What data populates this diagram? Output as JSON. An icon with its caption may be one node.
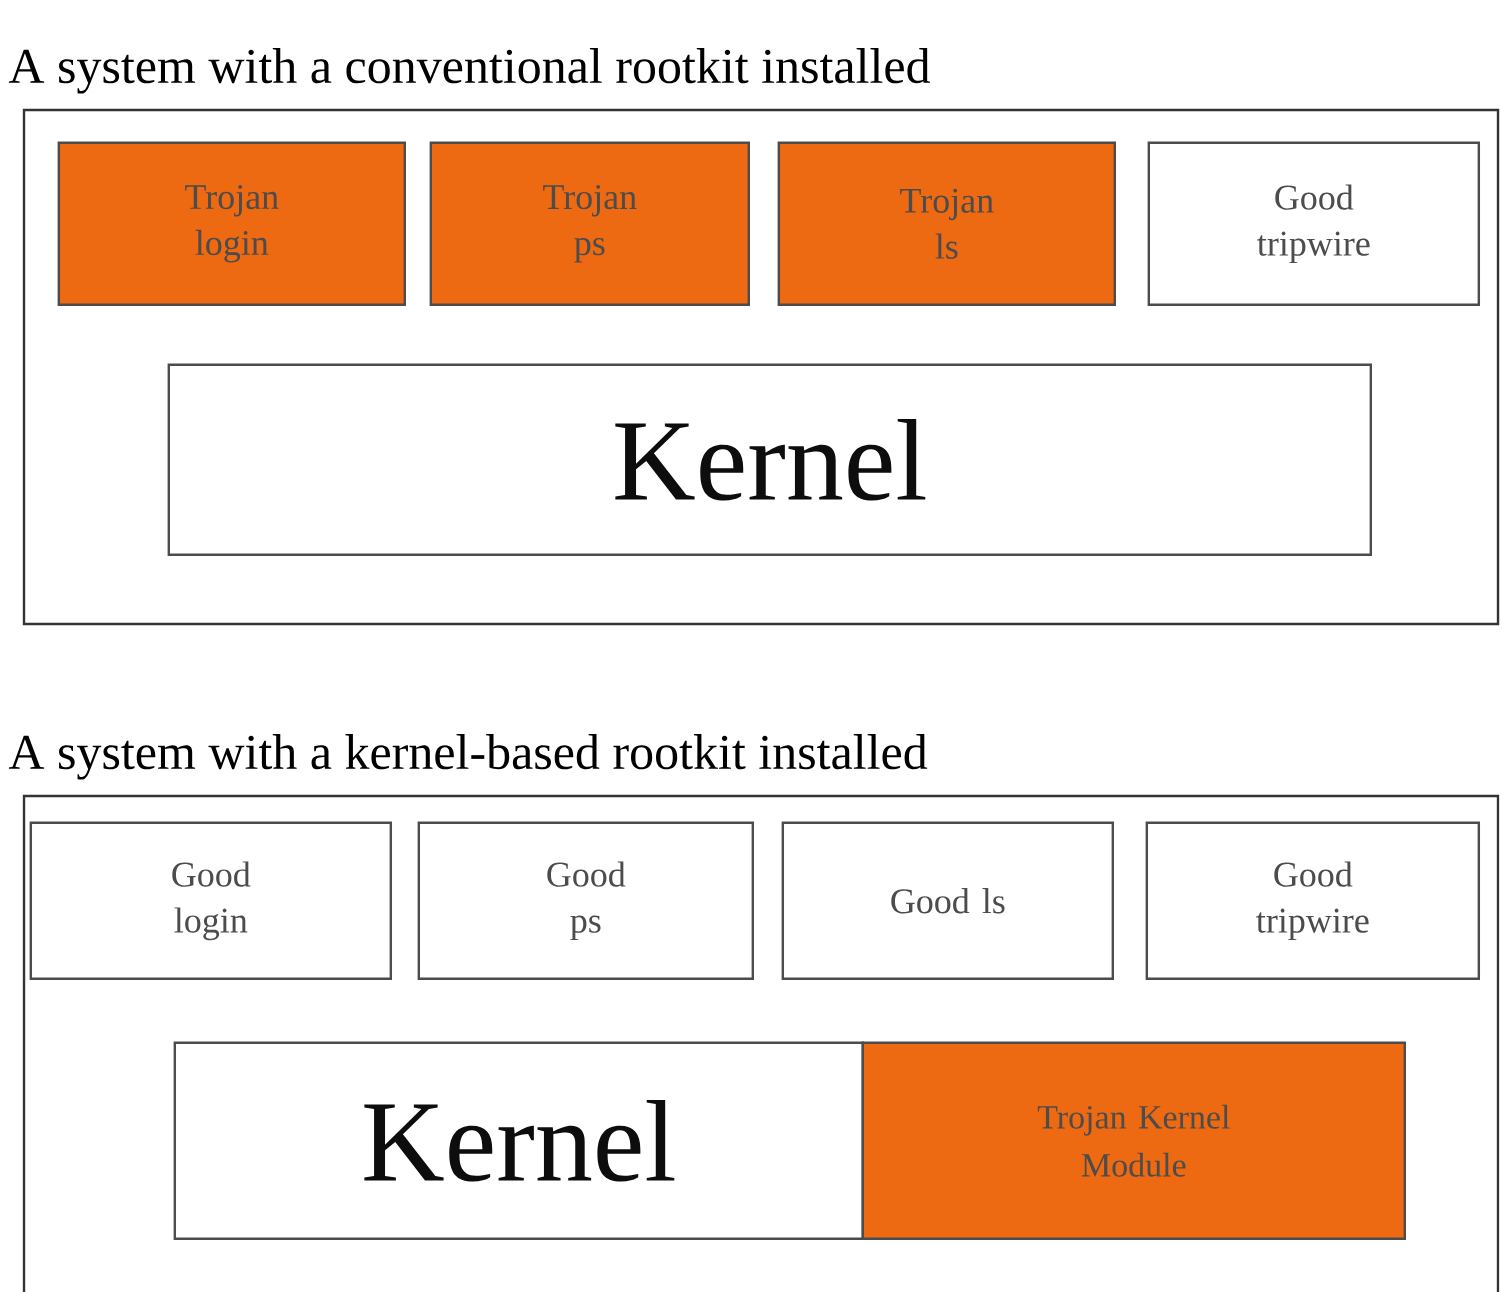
{
  "diagram": {
    "nodes": [
      {
        "text": [
          "A system with a conventional rootkit installed"
        ]
      },
      {
        "text": [
          "Trojan login"
        ],
        "in": 0
      },
      {
        "text": [
          "Trojan ps"
        ],
        "in": 0
      },
      {
        "text": [
          "Trojan ls"
        ],
        "in": 0
      },
      {
        "text": [
          "Good tripwire"
        ],
        "in": 0
      },
      {
        "text": [
          "Kernel"
        ],
        "in": 0
      },
      {
        "text": [
          "A system with a kernel-based rootkit installed"
        ]
      },
      {
        "text": [
          "Good login"
        ],
        "in": 6
      },
      {
        "text": [
          "Good ps"
        ],
        "in": 6
      },
      {
        "text": [
          "Good ls"
        ],
        "in": 6
      },
      {
        "text": [
          "Good tripwire"
        ],
        "in": 6
      },
      {
        "text": [
          "Kernel"
        ],
        "in": 6
      },
      {
        "text": [
          "Trojan Kernel Module"
        ],
        "in": 6
      }
    ],
    "edges": []
  }
}
